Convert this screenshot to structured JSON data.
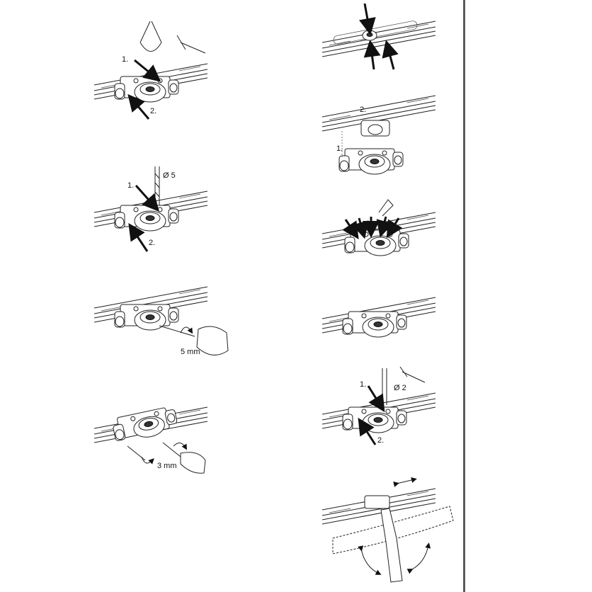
{
  "left_steps": [
    {
      "label_1": "1.",
      "label_2": "2."
    },
    {
      "label_1": "1.",
      "label_2": "2.",
      "drill": "Ø 5"
    },
    {
      "dimension": "5 mm"
    },
    {
      "dimension": "3 mm"
    }
  ],
  "right_steps": [
    {},
    {
      "label_1": "1.",
      "label_2": "2."
    },
    {},
    {},
    {
      "label_1": "1.",
      "label_2": "2.",
      "drill": "Ø 2"
    },
    {}
  ]
}
